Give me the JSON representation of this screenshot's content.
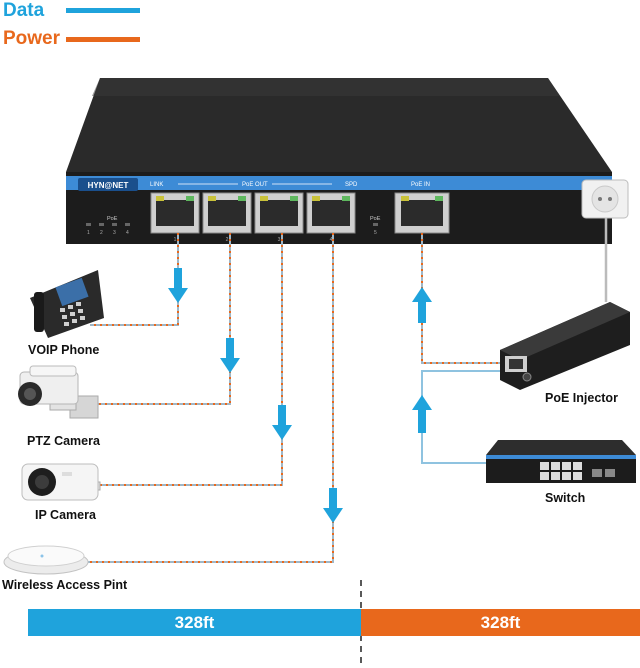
{
  "colors": {
    "data": "#1fa3dc",
    "power": "#e8681c",
    "switch_body": "#1c1c1c",
    "brand_strip": "#3d8bd6"
  },
  "legend": {
    "data_label": "Data",
    "power_label": "Power"
  },
  "switch": {
    "brand": "HYN@NET",
    "link_label": "LINK",
    "poe_out_label": "PoE OUT",
    "spd_label": "SPD",
    "poe_in_label": "PoE IN",
    "poe_label": "PoE",
    "led_numbers": [
      "1",
      "2",
      "3",
      "4"
    ],
    "port5_poe": "PoE",
    "port5_num": "5",
    "port_numbers": [
      "1",
      "2",
      "3",
      "4",
      "5"
    ]
  },
  "devices": {
    "voip_phone": "VOIP Phone",
    "ptz_camera": "PTZ Camera",
    "ip_camera": "IP Camera",
    "wireless_ap": "Wireless Access Pint",
    "poe_injector": "PoE Injector",
    "network_switch": "Switch"
  },
  "distance": {
    "left": "328ft",
    "right": "328ft"
  }
}
